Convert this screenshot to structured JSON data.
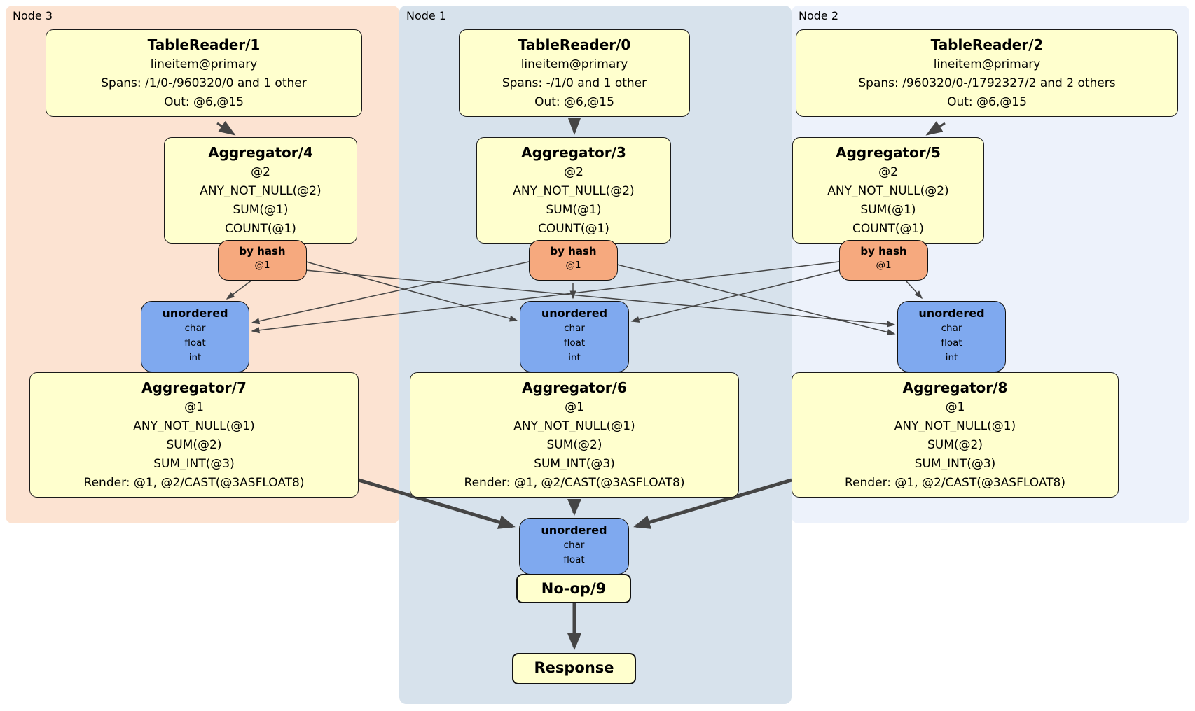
{
  "colors": {
    "node1_bg": "#d7e2ec",
    "node2_bg": "#edf2fb",
    "node3_bg": "#fce3d2",
    "proc_bg": "#ffffce",
    "router_bg": "#f6a97e",
    "sync_bg": "#7fa9ef",
    "edge": "#454545"
  },
  "nodes": [
    {
      "label": "Node 3",
      "table_reader": {
        "title": "TableReader/1",
        "index": "lineitem@primary",
        "spans": "Spans: /1/0-/960320/0 and 1 other",
        "out": "Out: @6,@15"
      },
      "first_stage": {
        "title": "Aggregator/4",
        "group_key": "@2",
        "aggs": [
          "ANY_NOT_NULL(@2)",
          "SUM(@1)",
          "COUNT(@1)"
        ]
      },
      "router": {
        "type": "by hash",
        "key": "@1"
      },
      "sync": {
        "type": "unordered",
        "columns": [
          "char",
          "float",
          "int"
        ]
      },
      "second_stage": {
        "title": "Aggregator/7",
        "group_key": "@1",
        "aggs": [
          "ANY_NOT_NULL(@1)",
          "SUM(@2)",
          "SUM_INT(@3)"
        ],
        "render": "Render: @1, @2/CAST(@3ASFLOAT8)"
      }
    },
    {
      "label": "Node 1",
      "table_reader": {
        "title": "TableReader/0",
        "index": "lineitem@primary",
        "spans": "Spans: -/1/0 and 1 other",
        "out": "Out: @6,@15"
      },
      "first_stage": {
        "title": "Aggregator/3",
        "group_key": "@2",
        "aggs": [
          "ANY_NOT_NULL(@2)",
          "SUM(@1)",
          "COUNT(@1)"
        ]
      },
      "router": {
        "type": "by hash",
        "key": "@1"
      },
      "sync": {
        "type": "unordered",
        "columns": [
          "char",
          "float",
          "int"
        ]
      },
      "second_stage": {
        "title": "Aggregator/6",
        "group_key": "@1",
        "aggs": [
          "ANY_NOT_NULL(@1)",
          "SUM(@2)",
          "SUM_INT(@3)"
        ],
        "render": "Render: @1, @2/CAST(@3ASFLOAT8)"
      }
    },
    {
      "label": "Node 2",
      "table_reader": {
        "title": "TableReader/2",
        "index": "lineitem@primary",
        "spans": "Spans: /960320/0-/1792327/2 and 2 others",
        "out": "Out: @6,@15"
      },
      "first_stage": {
        "title": "Aggregator/5",
        "group_key": "@2",
        "aggs": [
          "ANY_NOT_NULL(@2)",
          "SUM(@1)",
          "COUNT(@1)"
        ]
      },
      "router": {
        "type": "by hash",
        "key": "@1"
      },
      "sync": {
        "type": "unordered",
        "columns": [
          "char",
          "float",
          "int"
        ]
      },
      "second_stage": {
        "title": "Aggregator/8",
        "group_key": "@1",
        "aggs": [
          "ANY_NOT_NULL(@1)",
          "SUM(@2)",
          "SUM_INT(@3)"
        ],
        "render": "Render: @1, @2/CAST(@3ASFLOAT8)"
      }
    }
  ],
  "final": {
    "sync": {
      "type": "unordered",
      "columns": [
        "char",
        "float"
      ]
    },
    "noop": {
      "title": "No-op/9"
    },
    "response": {
      "title": "Response"
    }
  },
  "edges": [
    {
      "from": "TableReader/1",
      "to": "Aggregator/4",
      "style": "medium"
    },
    {
      "from": "TableReader/0",
      "to": "Aggregator/3",
      "style": "medium"
    },
    {
      "from": "TableReader/2",
      "to": "Aggregator/5",
      "style": "medium"
    },
    {
      "from": "Aggregator/4 by hash",
      "to": "unordered Node 3",
      "style": "thin"
    },
    {
      "from": "Aggregator/4 by hash",
      "to": "unordered Node 1",
      "style": "thin"
    },
    {
      "from": "Aggregator/4 by hash",
      "to": "unordered Node 2",
      "style": "thin"
    },
    {
      "from": "Aggregator/3 by hash",
      "to": "unordered Node 3",
      "style": "thin"
    },
    {
      "from": "Aggregator/3 by hash",
      "to": "unordered Node 1",
      "style": "thin"
    },
    {
      "from": "Aggregator/3 by hash",
      "to": "unordered Node 2",
      "style": "thin"
    },
    {
      "from": "Aggregator/5 by hash",
      "to": "unordered Node 3",
      "style": "thin"
    },
    {
      "from": "Aggregator/5 by hash",
      "to": "unordered Node 1",
      "style": "thin"
    },
    {
      "from": "Aggregator/5 by hash",
      "to": "unordered Node 2",
      "style": "thin"
    },
    {
      "from": "Aggregator/7",
      "to": "final unordered",
      "style": "thick"
    },
    {
      "from": "Aggregator/6",
      "to": "final unordered",
      "style": "thick"
    },
    {
      "from": "Aggregator/8",
      "to": "final unordered",
      "style": "thick"
    },
    {
      "from": "No-op/9",
      "to": "Response",
      "style": "thick"
    }
  ]
}
